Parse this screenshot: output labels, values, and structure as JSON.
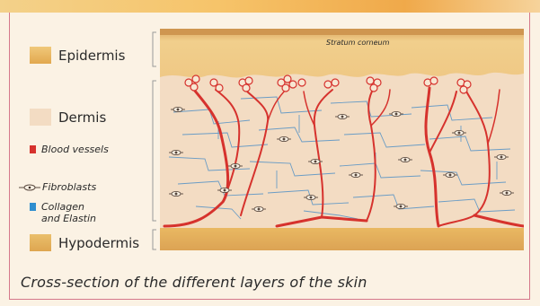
{
  "legend": {
    "epidermis": "Epidermis",
    "dermis": "Dermis",
    "blood_vessels": "Blood vessels",
    "fibroblasts": "Fibroblasts",
    "collagen_line1": "Collagen",
    "collagen_line2": "and Elastin",
    "hypodermis": "Hypodermis"
  },
  "diagram": {
    "stratum_corneum": "Stratum corneum"
  },
  "caption": "Cross-section of the different layers of the skin",
  "colors": {
    "epidermis": "#e8b460",
    "dermis": "#f2d9bd",
    "hypodermis": "#e3b05c",
    "blood_vessels": "#d6322d",
    "fibroblasts": "#5a4a40",
    "collagen": "#2f8ecf",
    "frame": "#d5788a"
  }
}
